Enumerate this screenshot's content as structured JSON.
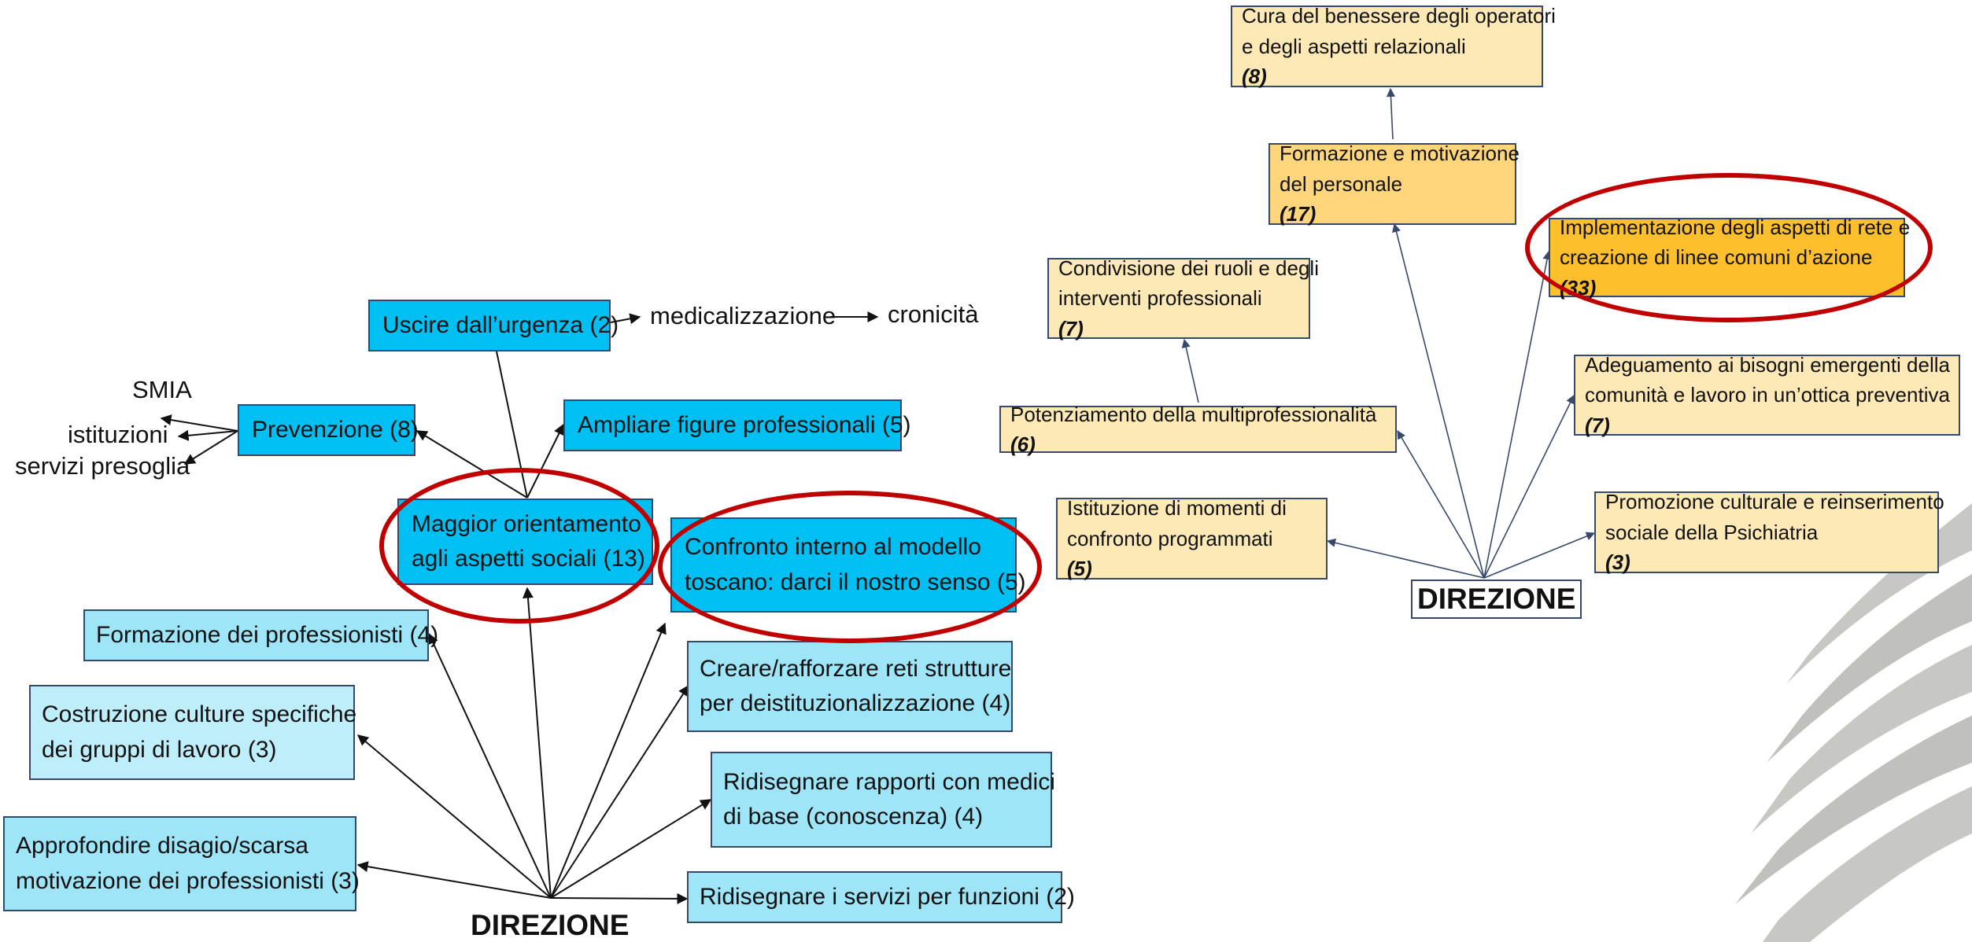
{
  "left": {
    "root": "DIREZIONE",
    "nodes": {
      "uscire": "Uscire dall’urgenza (2)",
      "prevenzione": "Prevenzione (8)",
      "ampliare": "Ampliare figure professionali (5)",
      "maggior_1": "Maggior orientamento",
      "maggior_2": "agli aspetti sociali (13)",
      "confronto_1": "Confronto interno al modello",
      "confronto_2": "toscano: darci il nostro senso (5)",
      "formazione": "Formazione dei professionisti (4)",
      "costruzione_1": "Costruzione culture specifiche",
      "costruzione_2": "dei gruppi di lavoro (3)",
      "approfondire_1": "Approfondire disagio/scarsa",
      "approfondire_2": "motivazione dei professionisti (3)",
      "creare_1": "Creare/rafforzare reti strutture",
      "creare_2": "per deistituzionalizzazione (4)",
      "ridisegnare_rapporti_1": "Ridisegnare rapporti con medici",
      "ridisegnare_rapporti_2": "di base (conoscenza) (4)",
      "ridisegnare_servizi": "Ridisegnare i servizi per funzioni (2)"
    },
    "labels": {
      "medicalizzazione": "medicalizzazione",
      "cronicita": "cronicità",
      "smia": "SMIA",
      "istituzioni": "istituzioni",
      "servizi_presoglia": "servizi presoglia"
    }
  },
  "right": {
    "root": "DIREZIONE",
    "nodes": {
      "cura_1": "Cura del benessere degli operatori",
      "cura_2": "e degli aspetti relazionali",
      "cura_n": "(8)",
      "formazione_1": "Formazione e motivazione",
      "formazione_2": "del personale",
      "formazione_n": "(17)",
      "implementazione_1": "Implementazione degli aspetti di rete e",
      "implementazione_2": "creazione di linee comuni d’azione",
      "implementazione_n": "(33)",
      "condivisione_1": "Condivisione dei ruoli e degli",
      "condivisione_2": "interventi professionali",
      "condivisione_n": "(7)",
      "adeguamento_1": "Adeguamento ai bisogni emergenti della",
      "adeguamento_2": "comunità e lavoro in un’ottica preventiva",
      "adeguamento_n": "(7)",
      "potenziamento": "Potenziamento della multiprofessionalità",
      "potenziamento_n": "(6)",
      "istituzione_1": "Istituzione di momenti di",
      "istituzione_2": "confronto programmati",
      "istituzione_n": "(5)",
      "promozione_1": "Promozione culturale e reinserimento",
      "promozione_2": "sociale della Psichiatria",
      "promozione_n": "(3)"
    }
  },
  "colors": {
    "highlight": "#c00000",
    "blue": "#00c0f3",
    "light_blue": "#9fe5f8",
    "lightest_blue": "#bfeefb",
    "pale_yellow": "#fde9b5",
    "yellow": "#fdd67c",
    "orange": "#fdc02c",
    "arrow": "#37496b"
  }
}
